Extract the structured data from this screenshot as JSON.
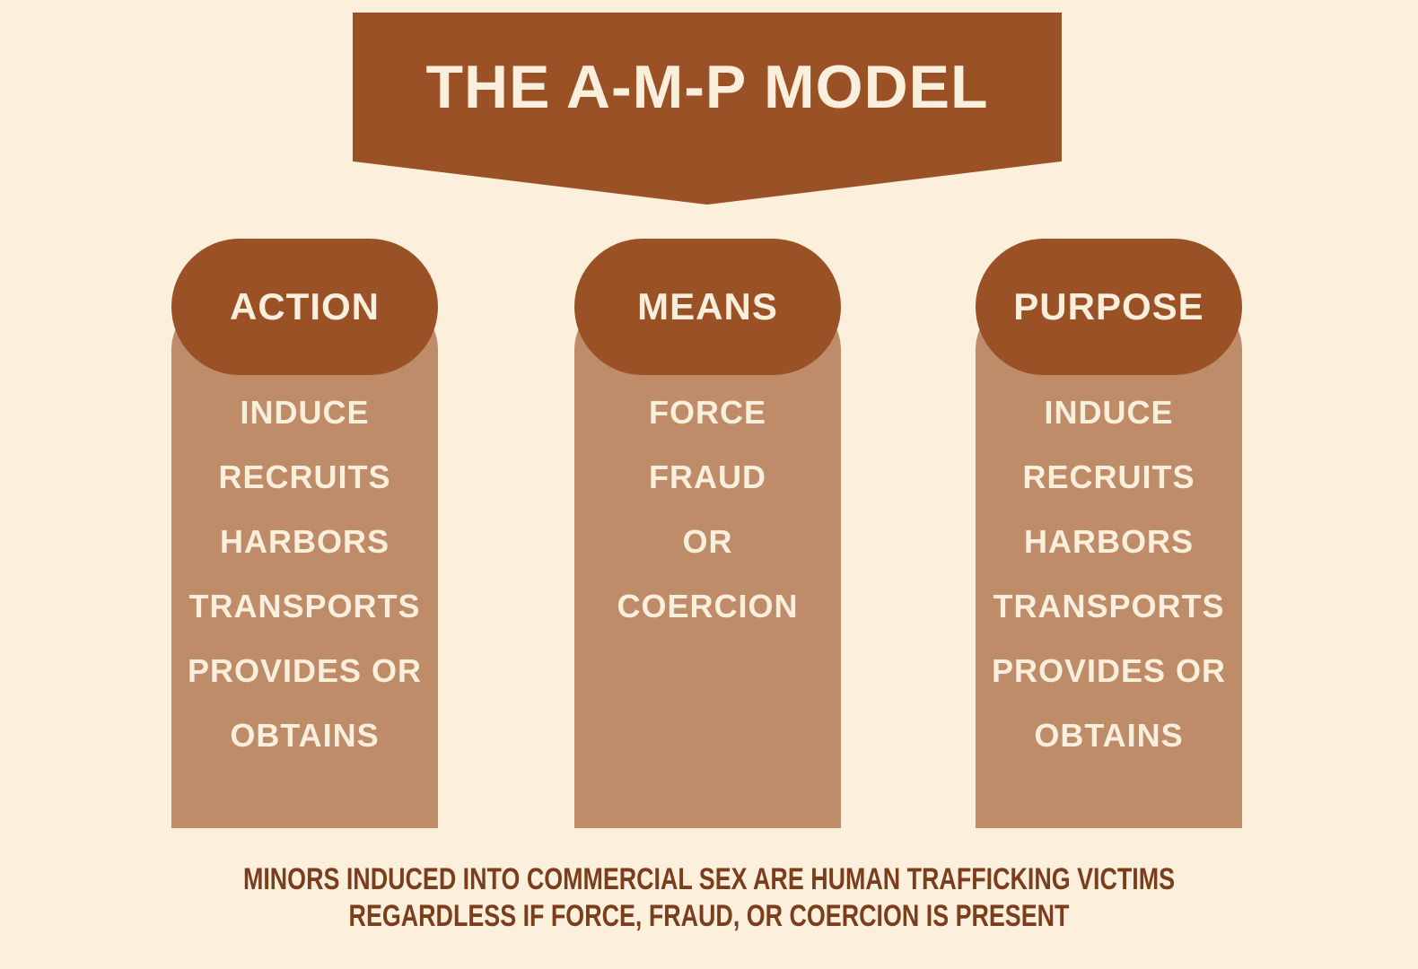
{
  "title": "THE A-M-P MODEL",
  "columns": [
    {
      "header": "ACTION",
      "items": [
        "INDUCE",
        "RECRUITS",
        "HARBORS",
        "TRANSPORTS",
        "PROVIDES OR",
        "OBTAINS"
      ]
    },
    {
      "header": "MEANS",
      "items": [
        "FORCE",
        "FRAUD",
        "OR",
        "COERCION"
      ]
    },
    {
      "header": "PURPOSE",
      "items": [
        "INDUCE",
        "RECRUITS",
        "HARBORS",
        "TRANSPORTS",
        "PROVIDES OR",
        "OBTAINS"
      ]
    }
  ],
  "footer": {
    "line1": "MINORS INDUCED INTO COMMERCIAL SEX ARE HUMAN TRAFFICKING VICTIMS",
    "line2": "REGARDLESS IF FORCE, FRAUD, OR COERCION IS PRESENT"
  },
  "colors": {
    "background": "#FCF0DD",
    "banner_and_pill": "#9A5125",
    "column_body": "#BF8C69",
    "light_text": "#FAEFDC",
    "footer_text": "#7B3E1D"
  }
}
